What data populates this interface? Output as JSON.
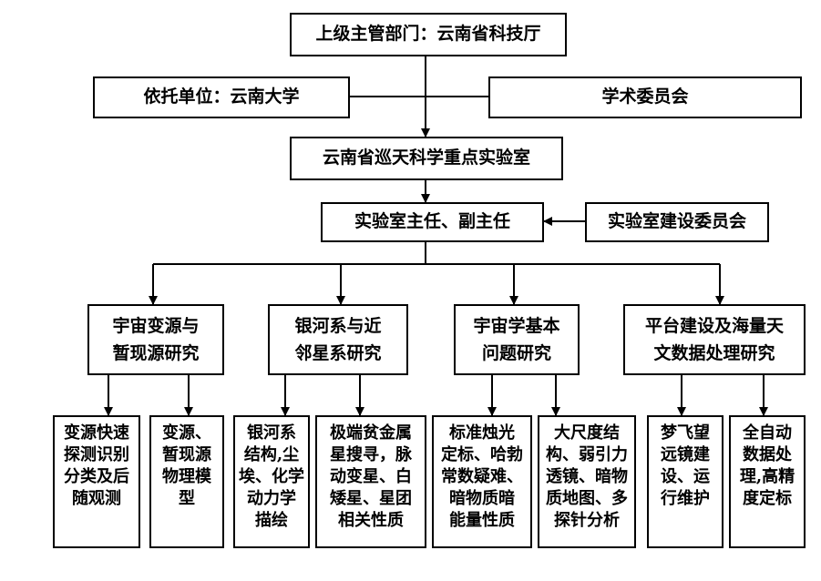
{
  "nodes": {
    "supervisor": "上级主管部门：云南省科技厅",
    "host_unit": "依托单位：云南大学",
    "academic_committee": "学术委员会",
    "lab": "云南省巡天科学重点实验室",
    "director": "实验室主任、副主任",
    "construction_committee": "实验室建设委员会",
    "dept_transient": "宇宙变源与\n暂现源研究",
    "dept_galaxy": "银河系与近\n邻星系研究",
    "dept_cosmology": "宇宙学基本\n问题研究",
    "dept_platform": "平台建设及海量天\n文数据处理研究",
    "leaf_transient_1": "变源快速\n探测识别\n分类及后\n随观测",
    "leaf_transient_2": "变源、\n暂现源\n物理模\n型",
    "leaf_galaxy_1": "银河系\n结构,尘\n埃、化学\n动力学\n描绘",
    "leaf_galaxy_2": "极端贫金属\n星搜寻，脉\n动变星、白\n矮星、星团\n相关性质",
    "leaf_cosmology_1": "标准烛光\n定标、哈勃\n常数疑难、\n暗物质暗\n能量性质",
    "leaf_cosmology_2": "大尺度结\n构、弱引力\n透镜、暗物\n质地图、多\n探针分析",
    "leaf_platform_1": "梦飞望\n远镜建\n设、运\n行维护",
    "leaf_platform_2": "全自动\n数据处\n理,高精\n度定标"
  },
  "colors": {
    "line": "#000000",
    "box_border": "#000000",
    "background": "#ffffff"
  }
}
